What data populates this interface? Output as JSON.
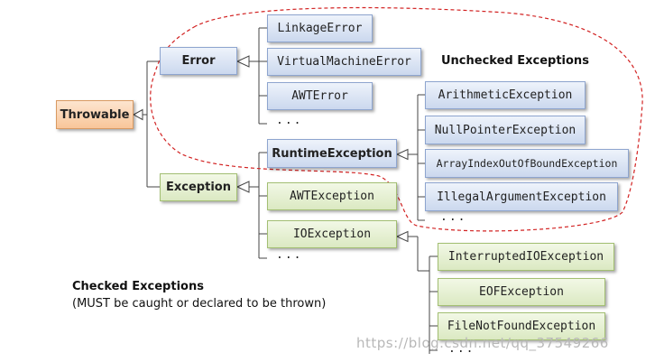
{
  "nodes": {
    "throwable": "Throwable",
    "error": "Error",
    "exception": "Exception",
    "linkage_error": "LinkageError",
    "virtual_machine_error": "VirtualMachineError",
    "awt_error": "AWTError",
    "runtime_exception": "RuntimeException",
    "arithmetic_exception": "ArithmeticException",
    "null_pointer_exception": "NullPointerException",
    "array_index_exception": "ArrayIndexOutOfBoundException",
    "illegal_argument_exception": "IllegalArgumentException",
    "awt_exception": "AWTException",
    "io_exception": "IOException",
    "interrupted_io_exception": "InterruptedIOException",
    "eof_exception": "EOFException",
    "file_not_found_exception": "FileNotFoundException"
  },
  "ellipsis": "...",
  "labels": {
    "unchecked": "Unchecked Exceptions",
    "checked_title": "Checked Exceptions",
    "checked_note": "(MUST be caught or declared to be thrown)"
  },
  "watermark": "https://blog.csdn.net/qq_37549266",
  "colors": {
    "error_branch": "#c9d7ee",
    "checked_branch": "#dbe9c2",
    "root": "#f9c69a",
    "unchecked_boundary": "#d22222"
  }
}
